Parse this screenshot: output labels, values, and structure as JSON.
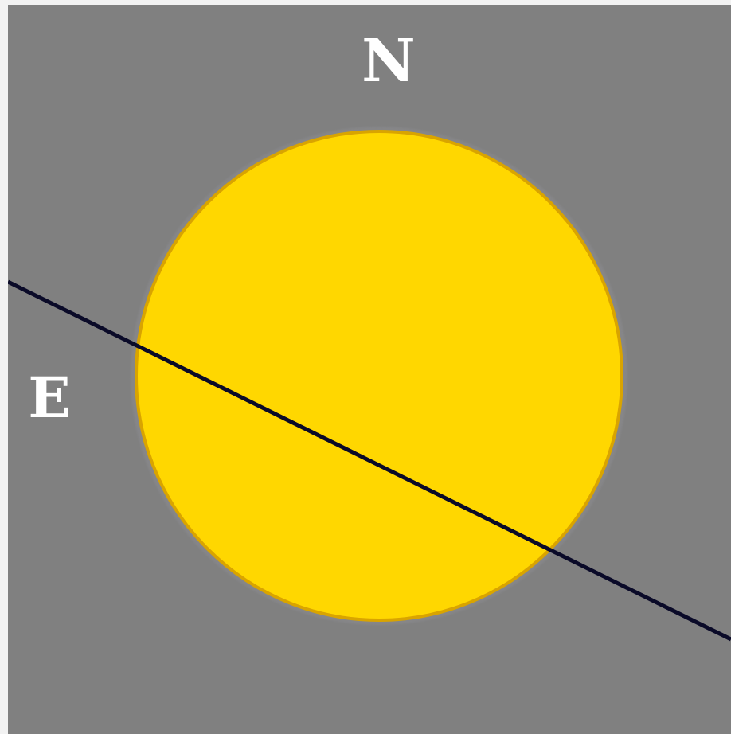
{
  "labels": {
    "north": "N",
    "east": "E"
  },
  "colors": {
    "background": "#808080",
    "sun_disk": "#ffd700",
    "sun_rim": "#d9a400",
    "line": "#0a0a28",
    "label": "#ffffff"
  },
  "elements": {
    "sun": "sun-disk",
    "line": "ecliptic-line"
  }
}
